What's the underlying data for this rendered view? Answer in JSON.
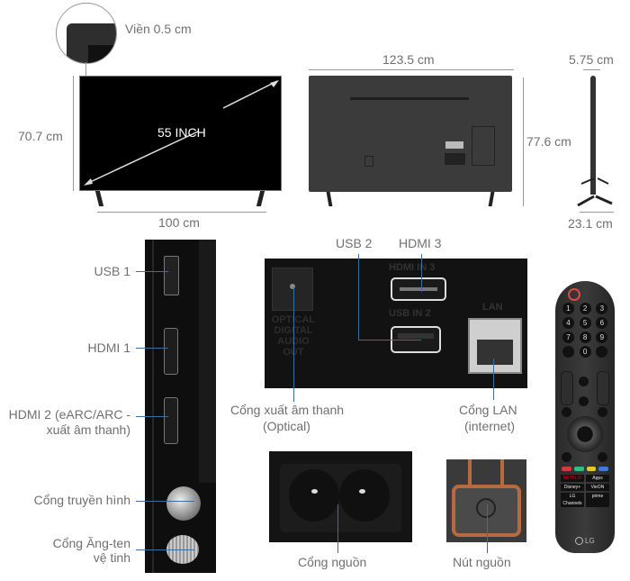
{
  "front_view": {
    "bezel_label": "Viền 0.5 cm",
    "height_label": "70.7 cm",
    "width_label": "100 cm",
    "diagonal_label": "55 INCH"
  },
  "back_view": {
    "width_label": "123.5 cm",
    "height_label": "77.6 cm"
  },
  "side_view": {
    "depth_label": "5.75 cm",
    "stand_depth_label": "23.1 cm"
  },
  "side_ports": [
    {
      "label": "USB 1"
    },
    {
      "label": "HDMI 1"
    },
    {
      "label": "HDMI 2 (eARC/ARC -",
      "label2": "xuất âm thanh)"
    },
    {
      "label": "Cổng truyền hình"
    },
    {
      "label": "Cổng Ăng-ten",
      "label2": "vệ tinh"
    }
  ],
  "rear_ports": {
    "usb2": "USB 2",
    "hdmi3": "HDMI 3",
    "panel_hdmi": "HDMI IN 3",
    "panel_usb": "USB IN 2",
    "panel_lan": "LAN",
    "panel_optical": [
      "OPTICAL",
      "DIGITAL",
      "AUDIO OUT"
    ],
    "optical_label": "Cổng xuất âm thanh",
    "optical_label2": "(Optical)",
    "lan_label": "Cổng LAN",
    "lan_label2": "(internet)"
  },
  "power": {
    "socket_label": "Cổng nguồn",
    "button_label": "Nút nguồn"
  },
  "remote": {
    "brand": "LG",
    "keys": [
      "1",
      "2",
      "3",
      "4",
      "5",
      "6",
      "7",
      "8",
      "9",
      "0"
    ],
    "apps": [
      "NETFLIX",
      "Apps",
      "Disney+",
      "VieON",
      "LG Channels",
      "prime"
    ],
    "color_keys": [
      "#d33a3a",
      "#2fbf83",
      "#e6c531",
      "#3b7bd6"
    ]
  },
  "colors": {
    "leader_line": "#3f6c9c",
    "dim_line": "#9a9a9a",
    "text": "#707070"
  }
}
